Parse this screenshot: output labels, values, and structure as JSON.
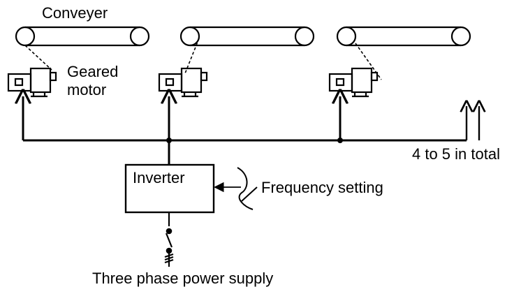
{
  "labels": {
    "conveyer": "Conveyer",
    "geared_motor_line1": "Geared",
    "geared_motor_line2": "motor",
    "inverter": "Inverter",
    "frequency_setting": "Frequency setting",
    "total": "4 to 5 in total",
    "power_supply": "Three phase power supply"
  },
  "counts": {
    "conveyors_shown": 3,
    "motors_shown": 3,
    "extra_branch_arrows": 2
  },
  "colors": {
    "line": "#000000",
    "background": "#ffffff"
  }
}
